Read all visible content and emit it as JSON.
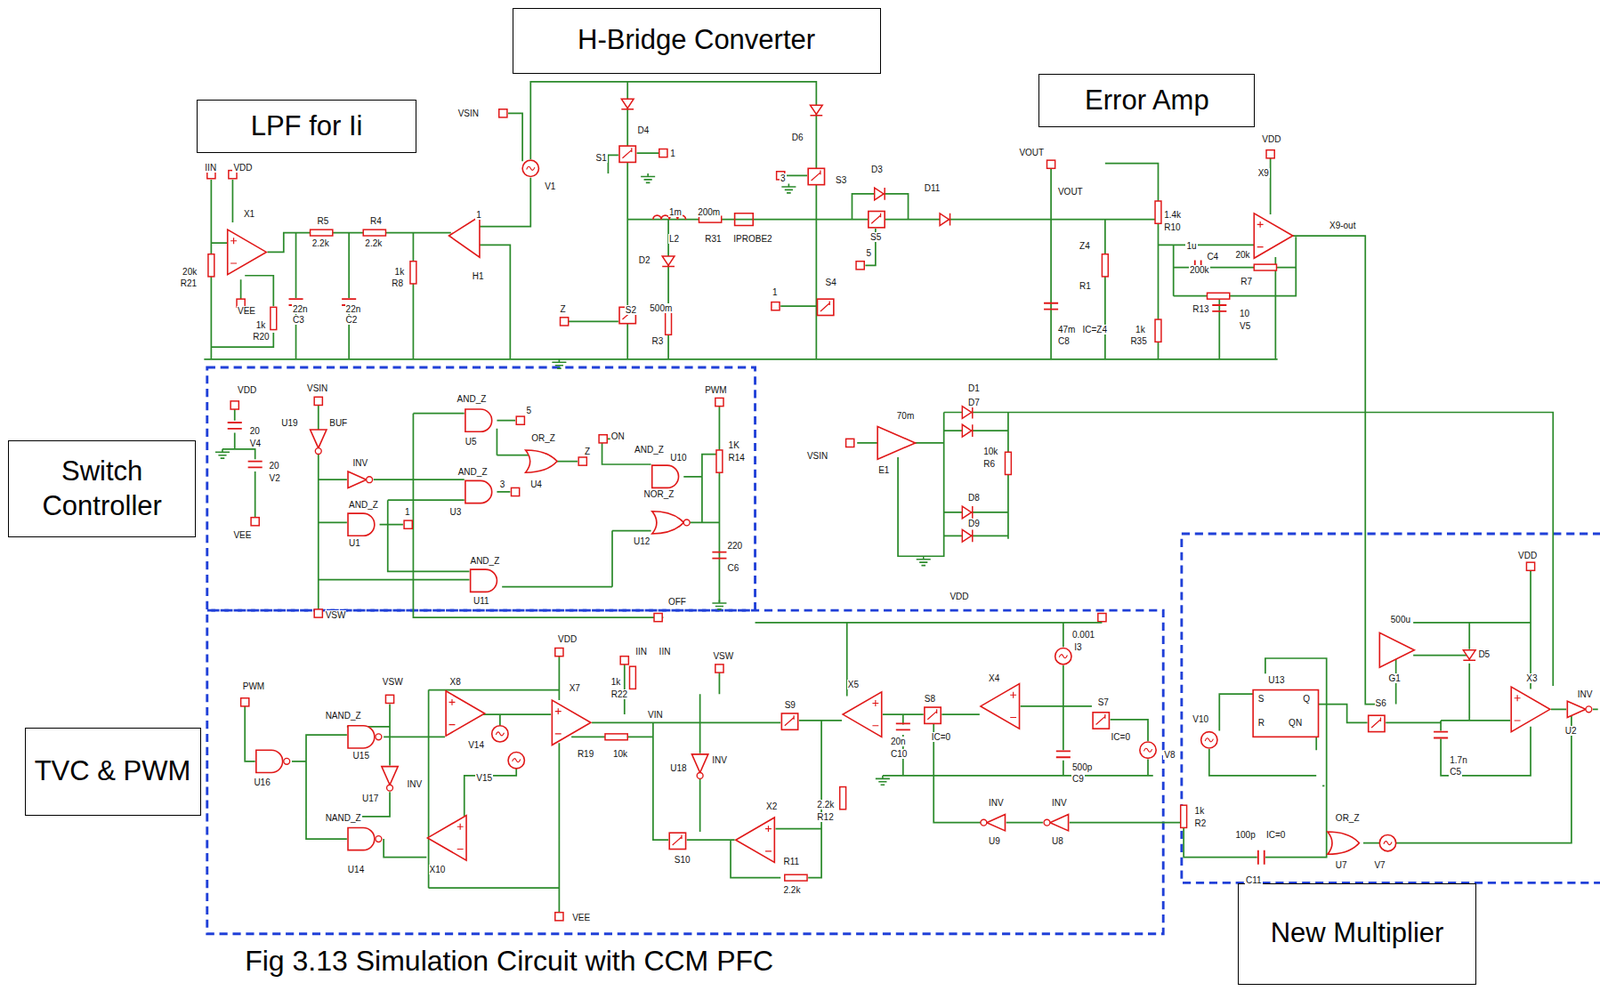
{
  "diagram": {
    "caption": "Fig 3.13 Simulation Circuit with CCM PFC",
    "nodes": [
      {
        "text": [
          "LPF  for Ii"
        ]
      },
      {
        "text": [
          "H-Bridge Converter"
        ]
      },
      {
        "text": [
          "Error Amp"
        ]
      },
      {
        "text": [
          "Switch Controller"
        ]
      },
      {
        "text": [
          "TVC & PWM"
        ]
      },
      {
        "text": [
          "New Multiplier"
        ]
      }
    ],
    "labels": [
      "IIN",
      "VDD",
      "X1",
      "20k",
      "R21",
      "VEE",
      "1k",
      "R20",
      "R5",
      "2.2k",
      "R4",
      "2.2k",
      "22n",
      "C3",
      "22n",
      "C2",
      "1k",
      "R8",
      "1",
      "H1",
      "VSIN",
      "V1",
      "D4",
      "S1",
      "1",
      "1m",
      "L2",
      "200m",
      "R31",
      "IPROBE2",
      "D6",
      "3",
      "S3",
      "D3",
      "S5",
      "5",
      "D11",
      "D2",
      "Z",
      "S2",
      "500m",
      "R3",
      "1",
      "S4",
      "VOUT",
      "VOUT",
      "Z4",
      "R1",
      "47m",
      "IC=Z4",
      "C8",
      "1.4k",
      "R10",
      "1u",
      "C4",
      "20k",
      "R7",
      "200k",
      "R13",
      "1k",
      "R35",
      "10",
      "V5",
      "VDD",
      "X9",
      "X9-out",
      "D1",
      "D7",
      "70m",
      "VSIN",
      "E1",
      "10k",
      "R6",
      "D8",
      "D9",
      "VDD",
      "20",
      "V4",
      "20",
      "V2",
      "VEE",
      "VSIN",
      "U19",
      "BUF",
      "INV",
      "AND_Z",
      "U5",
      "5",
      "OR_Z",
      "Z",
      "ON",
      "AND_Z",
      "3",
      "U3",
      "AND_Z",
      "U1",
      "1",
      "U4",
      "PWM",
      "AND_Z",
      "1K",
      "R14",
      "U10",
      "NOR_Z",
      "U12",
      "220",
      "C6",
      "AND_Z",
      "U11",
      "VSW",
      "OFF",
      "VDD",
      "PWM",
      "VSW",
      "NAND_Z",
      "U15",
      "U17",
      "INV",
      "NAND_Z",
      "U14",
      "U16",
      "X8",
      "V14",
      "V15",
      "X10",
      "VDD",
      "X7",
      "R19",
      "10k",
      "IIN",
      "IIN",
      "1k",
      "R22",
      "VIN",
      "VSW",
      "U18",
      "INV",
      "S9",
      "S10",
      "X2",
      "2.2k",
      "R12",
      "R11",
      "2.2k",
      "VEE",
      "X5",
      "20n",
      "C10",
      "S8",
      "IC=0",
      "X4",
      "0.001",
      "I3",
      "S7",
      "IC=0",
      "500p",
      "C9",
      "V8",
      "INV",
      "U9",
      "INV",
      "U8",
      "VDD",
      "500u",
      "G1",
      "D5",
      "X3",
      "INV",
      "U2",
      "U13",
      "S",
      "Q",
      "R",
      "QN",
      "V10",
      "S6",
      "1.7n",
      "C5",
      "OR_Z",
      "U7",
      "V7",
      "1k",
      "R2",
      "100p",
      "IC=0",
      "C11"
    ]
  }
}
